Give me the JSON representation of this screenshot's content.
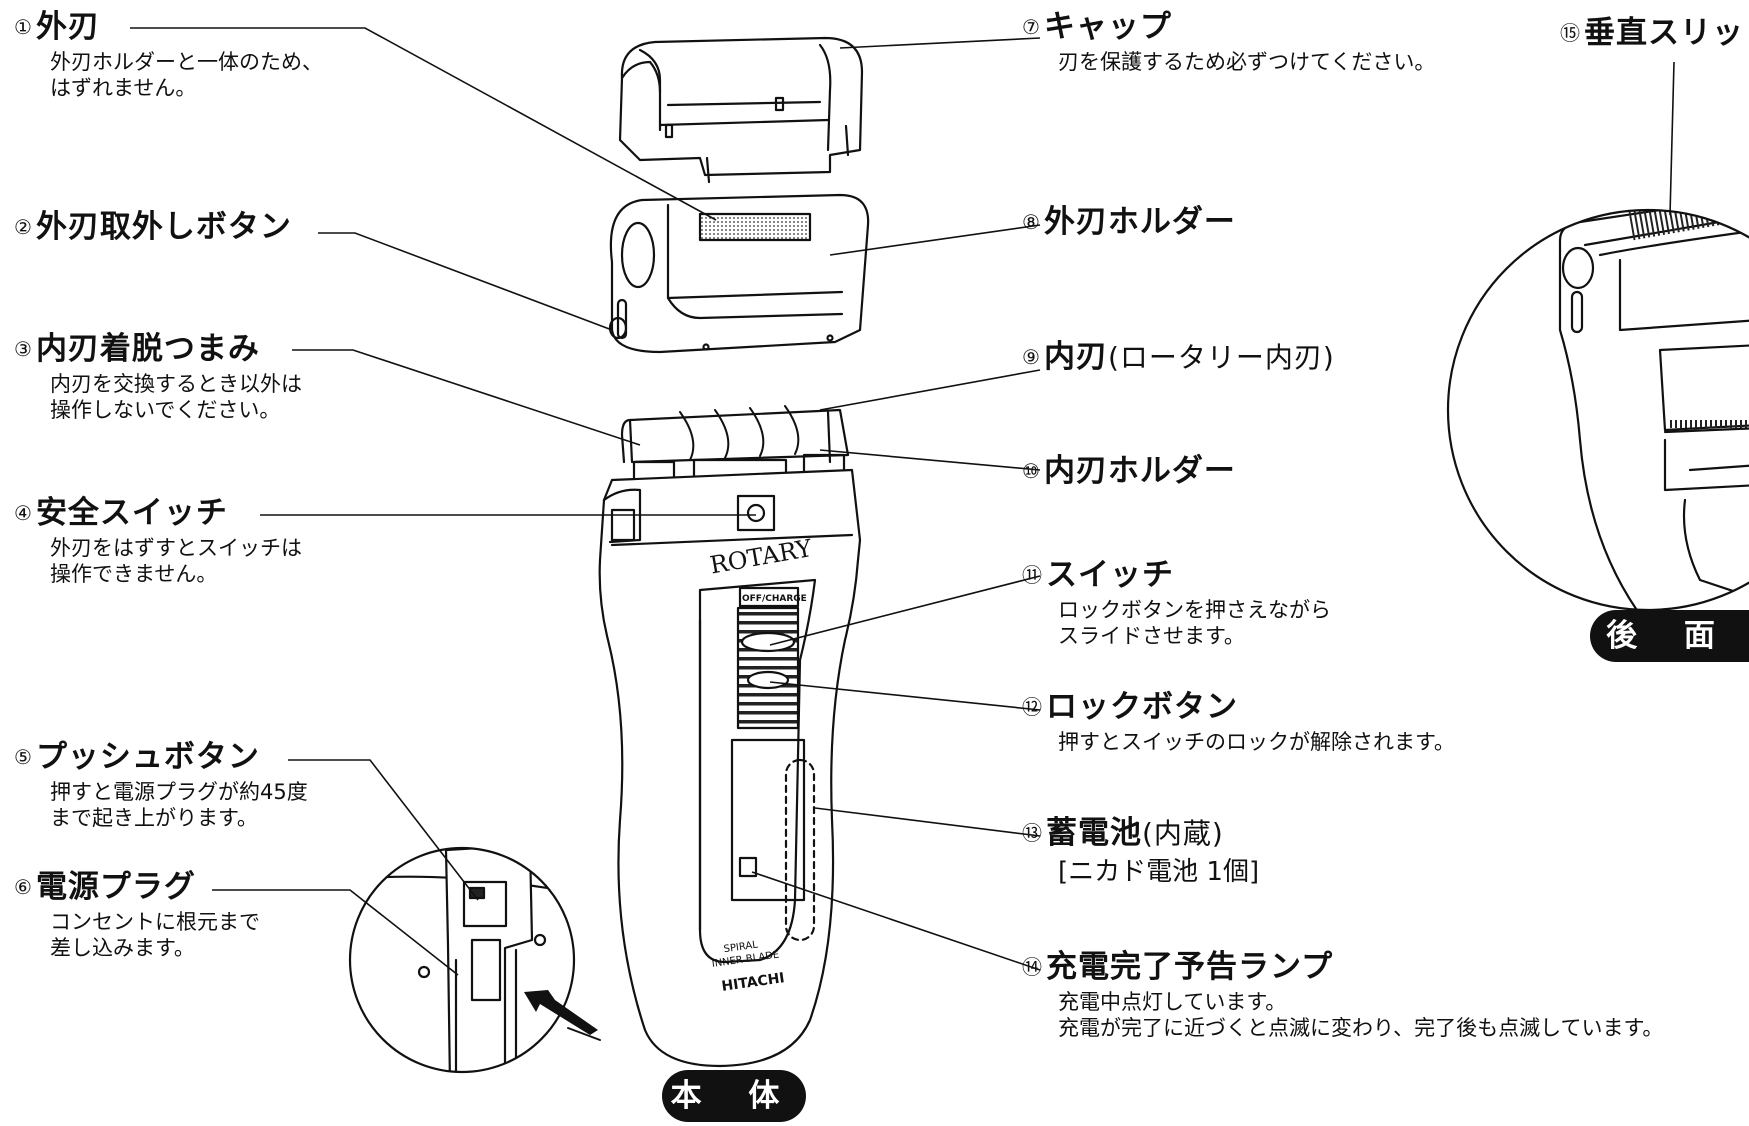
{
  "labels": [
    {
      "num": "①",
      "title": "外刃",
      "desc": [
        "外刃ホルダーと一体のため、",
        "はずれません。"
      ]
    },
    {
      "num": "②",
      "title": "外刃取外しボタン",
      "desc": []
    },
    {
      "num": "③",
      "title": "内刃着脱つまみ",
      "desc": [
        "内刃を交換するとき以外は",
        "操作しないでください。"
      ]
    },
    {
      "num": "④",
      "title": "安全スイッチ",
      "desc": [
        "外刃をはずすとスイッチは",
        "操作できません。"
      ]
    },
    {
      "num": "⑤",
      "title": "プッシュボタン",
      "desc": [
        "押すと電源プラグが約45度",
        "まで起き上がります。"
      ]
    },
    {
      "num": "⑥",
      "title": "電源プラグ",
      "desc": [
        "コンセントに根元まで",
        "差し込みます。"
      ]
    },
    {
      "num": "⑦",
      "title": "キャップ",
      "desc": [
        "刃を保護するため必ずつけてください。"
      ]
    },
    {
      "num": "⑧",
      "title": "外刃ホルダー",
      "desc": []
    },
    {
      "num": "⑨",
      "title": "内刃",
      "note": "(ロータリー内刃)",
      "desc": []
    },
    {
      "num": "⑩",
      "title": "内刃ホルダー",
      "desc": []
    },
    {
      "num": "⑪",
      "title": "スイッチ",
      "desc": [
        "ロックボタンを押さえながら",
        "スライドさせます。"
      ]
    },
    {
      "num": "⑫",
      "title": "ロックボタン",
      "desc": [
        "押すとスイッチのロックが解除されます。"
      ]
    },
    {
      "num": "⑬",
      "title": "蓄電池",
      "note": "(内蔵)",
      "desc": [
        "[ニカド電池 1個]"
      ]
    },
    {
      "num": "⑭",
      "title": "充電完了予告ランプ",
      "desc": [
        "充電中点灯しています。",
        "充電が完了に近づくと点滅に変わり、完了後も点滅しています。"
      ]
    },
    {
      "num": "⑮",
      "title": "垂直スリット刃",
      "desc": []
    }
  ],
  "views": {
    "front": "本 体",
    "back": "後 面"
  },
  "device_print": {
    "brand": "ROTARY",
    "switch": "OFF/CHARGE",
    "blade1": "SPIRAL",
    "blade2": "INNER BLADE",
    "maker": "HITACHI"
  },
  "colors": {
    "ink": "#111111",
    "background": "#ffffff"
  }
}
